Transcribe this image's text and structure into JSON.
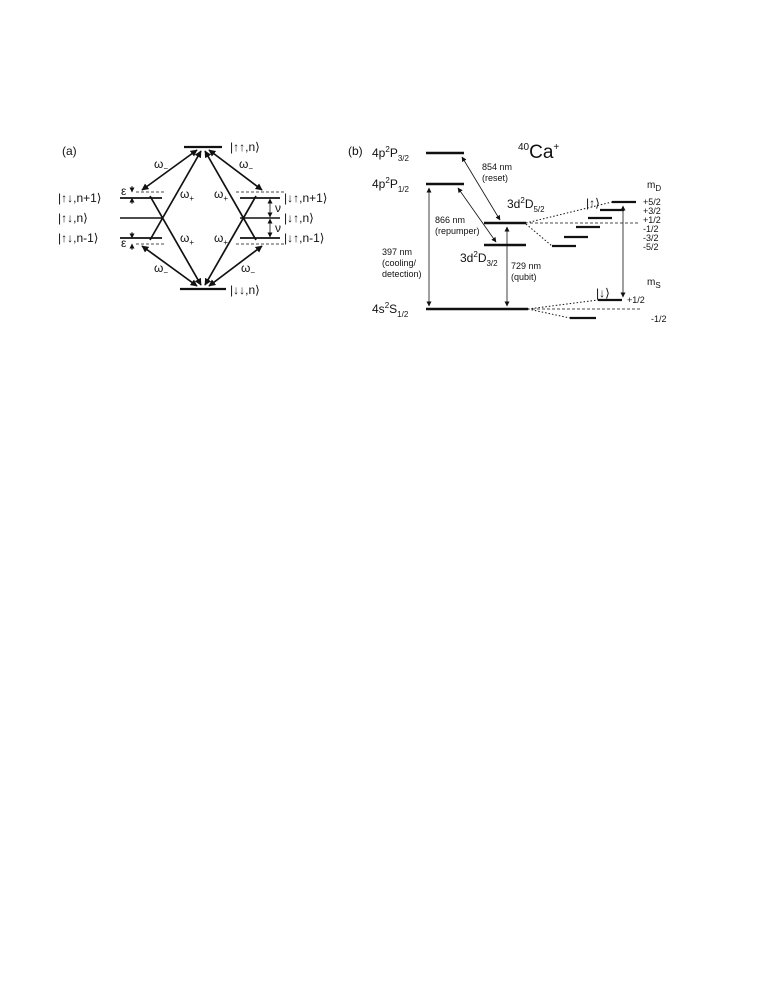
{
  "panel_a": {
    "label": "(a)",
    "states": {
      "upup": "|↑↑,n⟩",
      "updown_np1": "|↑↓,n+1⟩",
      "updown_n": "|↑↓,n⟩",
      "updown_nm1": "|↑↓,n-1⟩",
      "downup_np1": "|↓↑,n+1⟩",
      "downup_n": "|↓↑,n⟩",
      "downup_nm1": "|↓↑,n-1⟩",
      "downdown": "|↓↓,n⟩"
    },
    "omega_minus": "ω",
    "omega_minus_sub": "−",
    "omega_plus": "ω",
    "omega_plus_sub": "+",
    "epsilon": "ε",
    "nu": "ν"
  },
  "panel_b": {
    "label": "(b)",
    "ion_mass": "40",
    "ion_symbol": "Ca",
    "ion_charge": "+",
    "levels": {
      "p32_main": "4p",
      "p32_sup": "2",
      "p32_P": "P",
      "p32_sub": "3/2",
      "p12_main": "4p",
      "p12_sup": "2",
      "p12_P": "P",
      "p12_sub": "1/2",
      "d52_main": "3d",
      "d52_sup": "2",
      "d52_D": "D",
      "d52_sub": "5/2",
      "d32_main": "3d",
      "d32_sup": "2",
      "d32_D": "D",
      "d32_sub": "3/2",
      "s12_main": "4s",
      "s12_sup": "2",
      "s12_S": "S",
      "s12_sub": "1/2"
    },
    "transitions": {
      "t854_nm": "854 nm",
      "t854_note": "(reset)",
      "t866_nm": "866 nm",
      "t866_note": "(repumper)",
      "t397_nm": "397 nm",
      "t397_note1": "(cooling/",
      "t397_note2": "detection)",
      "t729_nm": "729 nm",
      "t729_note": "(qubit)"
    },
    "mD_label": "m",
    "mD_sub": "D",
    "mD_values": [
      "+5/2",
      "+3/2",
      "+1/2",
      "-1/2",
      "-3/2",
      "-5/2"
    ],
    "mS_label": "m",
    "mS_sub": "S",
    "mS_values": [
      "+1/2",
      "-1/2"
    ],
    "qubit_up": "|↑⟩",
    "qubit_down": "|↓⟩"
  }
}
